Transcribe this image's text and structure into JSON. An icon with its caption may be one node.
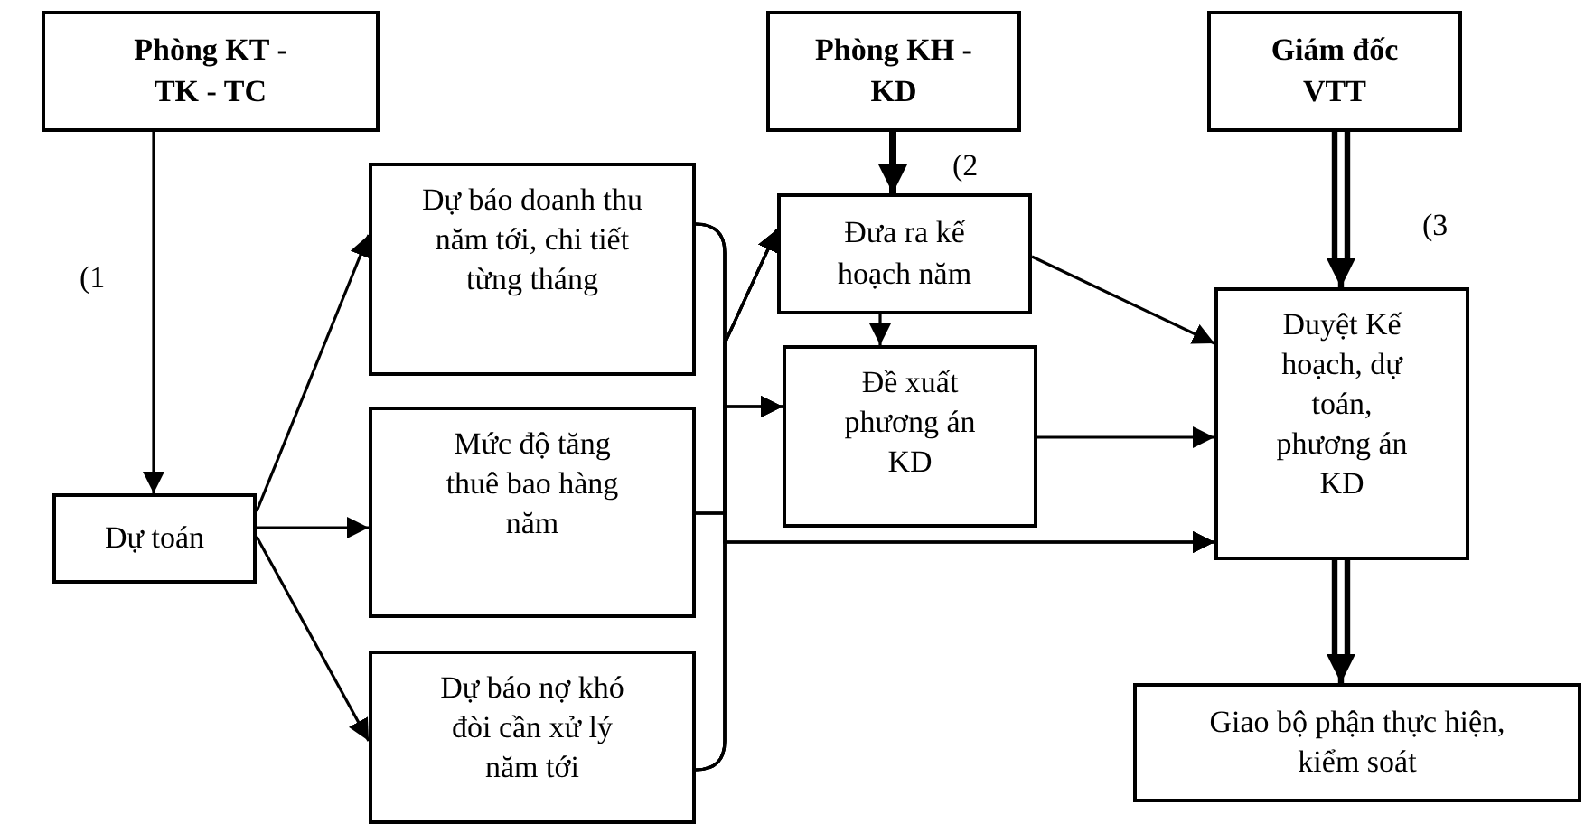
{
  "diagram": {
    "nodes": [
      {
        "text": [
          "Phòng KT - TK - TC"
        ]
      },
      {
        "text": [
          "Phòng KH - KD"
        ]
      },
      {
        "text": [
          "Giám đốc VTT"
        ]
      },
      {
        "text": [
          "Dự toán"
        ]
      },
      {
        "text": [
          "Dự báo doanh thu năm tới, chi tiết từng tháng"
        ]
      },
      {
        "text": [
          "Mức độ tăng thuê bao hàng năm"
        ]
      },
      {
        "text": [
          "Dự báo nợ khó đòi cần xử lý năm tới"
        ]
      },
      {
        "text": [
          "Đưa ra kế hoạch năm"
        ]
      },
      {
        "text": [
          "Đề xuất phương án KD"
        ]
      },
      {
        "text": [
          "Duyệt Kế hoạch, dự toán, phương án KD"
        ]
      },
      {
        "text": [
          "Giao bộ phận thực hiện, kiểm soát"
        ]
      }
    ],
    "edges": [
      {
        "from": 0,
        "to": 3,
        "arrow": "to"
      },
      {
        "from": 3,
        "to": 4,
        "arrow": "to"
      },
      {
        "from": 3,
        "to": 5,
        "arrow": "to"
      },
      {
        "from": 3,
        "to": 6,
        "arrow": "to"
      },
      {
        "from": 4,
        "to": 7,
        "arrow": "to"
      },
      {
        "from": 4,
        "to": 8,
        "arrow": "to"
      },
      {
        "from": 4,
        "to": 9,
        "arrow": "to"
      },
      {
        "from": 5,
        "to": 7,
        "arrow": "to"
      },
      {
        "from": 5,
        "to": 8,
        "arrow": "to"
      },
      {
        "from": 5,
        "to": 9,
        "arrow": "to"
      },
      {
        "from": 6,
        "to": 7,
        "arrow": "to"
      },
      {
        "from": 6,
        "to": 8,
        "arrow": "to"
      },
      {
        "from": 6,
        "to": 9,
        "arrow": "to"
      },
      {
        "from": 7,
        "to": 9,
        "arrow": "to"
      },
      {
        "from": 8,
        "to": 9,
        "arrow": "to"
      },
      {
        "from": 1,
        "to": 7,
        "arrow": "to",
        "style": "thick"
      },
      {
        "from": 7,
        "to": 8,
        "arrow": "to"
      },
      {
        "from": 2,
        "to": 9,
        "arrow": "to",
        "style": "thick"
      },
      {
        "from": 9,
        "to": 10,
        "arrow": "to",
        "style": "thick"
      }
    ],
    "labels": [
      "(1",
      "(2",
      "(3"
    ]
  }
}
